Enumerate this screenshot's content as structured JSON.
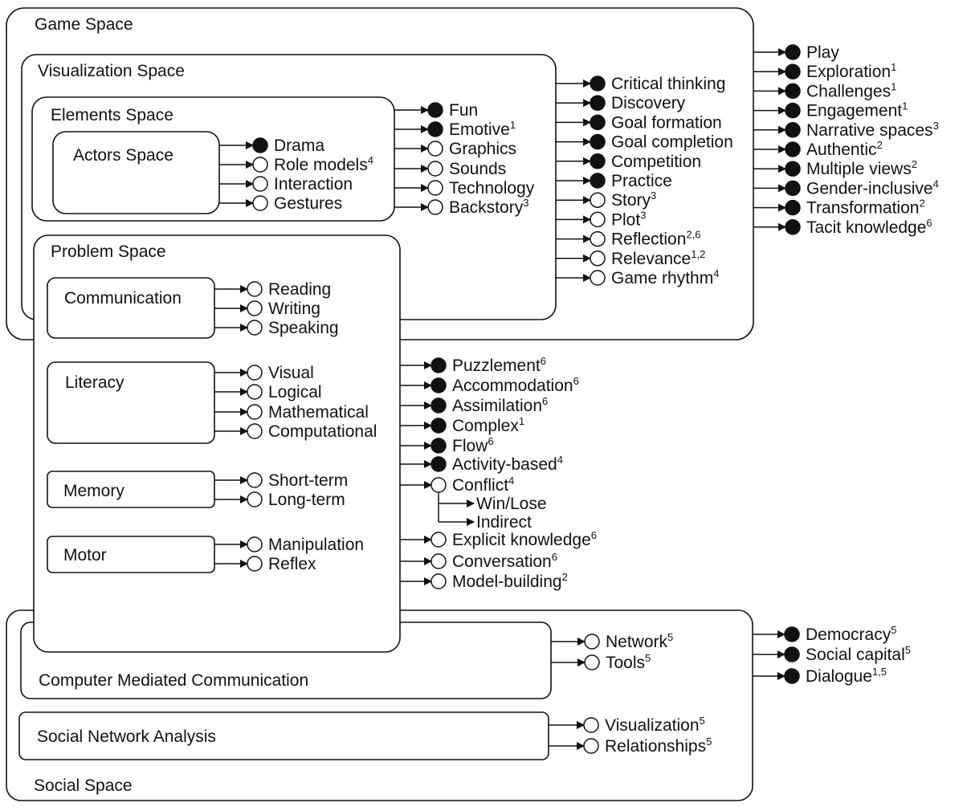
{
  "spaces": {
    "game": "Game Space",
    "visualization": "Visualization Space",
    "elements": "Elements Space",
    "actors": "Actors Space",
    "problem": "Problem Space",
    "communication": "Communication",
    "literacy": "Literacy",
    "memory": "Memory",
    "motor": "Motor",
    "social": "Social Space",
    "cmc": "Computer Mediated Communication",
    "sna": "Social Network Analysis"
  },
  "legend_colors": {
    "filled": "#111111",
    "open": "#ffffff"
  },
  "groups": {
    "actors": [
      {
        "label": "Drama",
        "sup": "",
        "filled": true
      },
      {
        "label": "Role models",
        "sup": "4",
        "filled": false
      },
      {
        "label": "Interaction",
        "sup": "",
        "filled": false
      },
      {
        "label": "Gestures",
        "sup": "",
        "filled": false
      }
    ],
    "elements": [
      {
        "label": "Fun",
        "sup": "",
        "filled": true
      },
      {
        "label": "Emotive",
        "sup": "1",
        "filled": true
      },
      {
        "label": "Graphics",
        "sup": "",
        "filled": false
      },
      {
        "label": "Sounds",
        "sup": "",
        "filled": false
      },
      {
        "label": "Technology",
        "sup": "",
        "filled": false
      },
      {
        "label": "Backstory",
        "sup": "3",
        "filled": false
      }
    ],
    "visualization": [
      {
        "label": "Critical thinking",
        "sup": "",
        "filled": true
      },
      {
        "label": "Discovery",
        "sup": "",
        "filled": true
      },
      {
        "label": "Goal formation",
        "sup": "",
        "filled": true
      },
      {
        "label": "Goal completion",
        "sup": "",
        "filled": true
      },
      {
        "label": "Competition",
        "sup": "",
        "filled": true
      },
      {
        "label": "Practice",
        "sup": "",
        "filled": true
      },
      {
        "label": "Story",
        "sup": "3",
        "filled": false
      },
      {
        "label": "Plot",
        "sup": "3",
        "filled": false
      },
      {
        "label": "Reflection",
        "sup": "2,6",
        "filled": false
      },
      {
        "label": "Relevance",
        "sup": "1,2",
        "filled": false
      },
      {
        "label": "Game rhythm",
        "sup": "4",
        "filled": false
      }
    ],
    "game": [
      {
        "label": "Play",
        "sup": "",
        "filled": true
      },
      {
        "label": "Exploration",
        "sup": "1",
        "filled": true
      },
      {
        "label": "Challenges",
        "sup": "1",
        "filled": true
      },
      {
        "label": "Engagement",
        "sup": "1",
        "filled": true
      },
      {
        "label": "Narrative spaces",
        "sup": "3",
        "filled": true
      },
      {
        "label": "Authentic",
        "sup": "2",
        "filled": true
      },
      {
        "label": "Multiple views",
        "sup": "2",
        "filled": true
      },
      {
        "label": "Gender-inclusive",
        "sup": "4",
        "filled": true
      },
      {
        "label": "Transformation",
        "sup": "2",
        "filled": true
      },
      {
        "label": "Tacit knowledge",
        "sup": "6",
        "filled": true
      }
    ],
    "communication": [
      {
        "label": "Reading",
        "sup": "",
        "filled": false
      },
      {
        "label": "Writing",
        "sup": "",
        "filled": false
      },
      {
        "label": "Speaking",
        "sup": "",
        "filled": false
      }
    ],
    "literacy": [
      {
        "label": "Visual",
        "sup": "",
        "filled": false
      },
      {
        "label": "Logical",
        "sup": "",
        "filled": false
      },
      {
        "label": "Mathematical",
        "sup": "",
        "filled": false
      },
      {
        "label": "Computational",
        "sup": "",
        "filled": false
      }
    ],
    "memory": [
      {
        "label": "Short-term",
        "sup": "",
        "filled": false
      },
      {
        "label": "Long-term",
        "sup": "",
        "filled": false
      }
    ],
    "motor": [
      {
        "label": "Manipulation",
        "sup": "",
        "filled": false
      },
      {
        "label": "Reflex",
        "sup": "",
        "filled": false
      }
    ],
    "problem": [
      {
        "label": "Puzzlement",
        "sup": "6",
        "filled": true
      },
      {
        "label": "Accommodation",
        "sup": "6",
        "filled": true
      },
      {
        "label": "Assimilation",
        "sup": "6",
        "filled": true
      },
      {
        "label": "Complex",
        "sup": "1",
        "filled": true
      },
      {
        "label": "Flow",
        "sup": "6",
        "filled": true
      },
      {
        "label": "Activity-based",
        "sup": "4",
        "filled": true
      },
      {
        "label": "Conflict",
        "sup": "4",
        "filled": false,
        "children": [
          "Win/Lose",
          "Indirect"
        ]
      },
      {
        "label": "Explicit knowledge",
        "sup": "6",
        "filled": false
      },
      {
        "label": "Conversation",
        "sup": "6",
        "filled": false
      },
      {
        "label": "Model-building",
        "sup": "2",
        "filled": false
      }
    ],
    "cmc": [
      {
        "label": "Network",
        "sup": "5",
        "filled": false
      },
      {
        "label": "Tools",
        "sup": "5",
        "filled": false
      }
    ],
    "sna": [
      {
        "label": "Visualization",
        "sup": "5",
        "filled": false
      },
      {
        "label": "Relationships",
        "sup": "5",
        "filled": false
      }
    ],
    "social": [
      {
        "label": "Democracy",
        "sup": "5",
        "filled": true
      },
      {
        "label": "Social capital",
        "sup": "5",
        "filled": true
      },
      {
        "label": "Dialogue",
        "sup": "1,5",
        "filled": true
      }
    ]
  }
}
